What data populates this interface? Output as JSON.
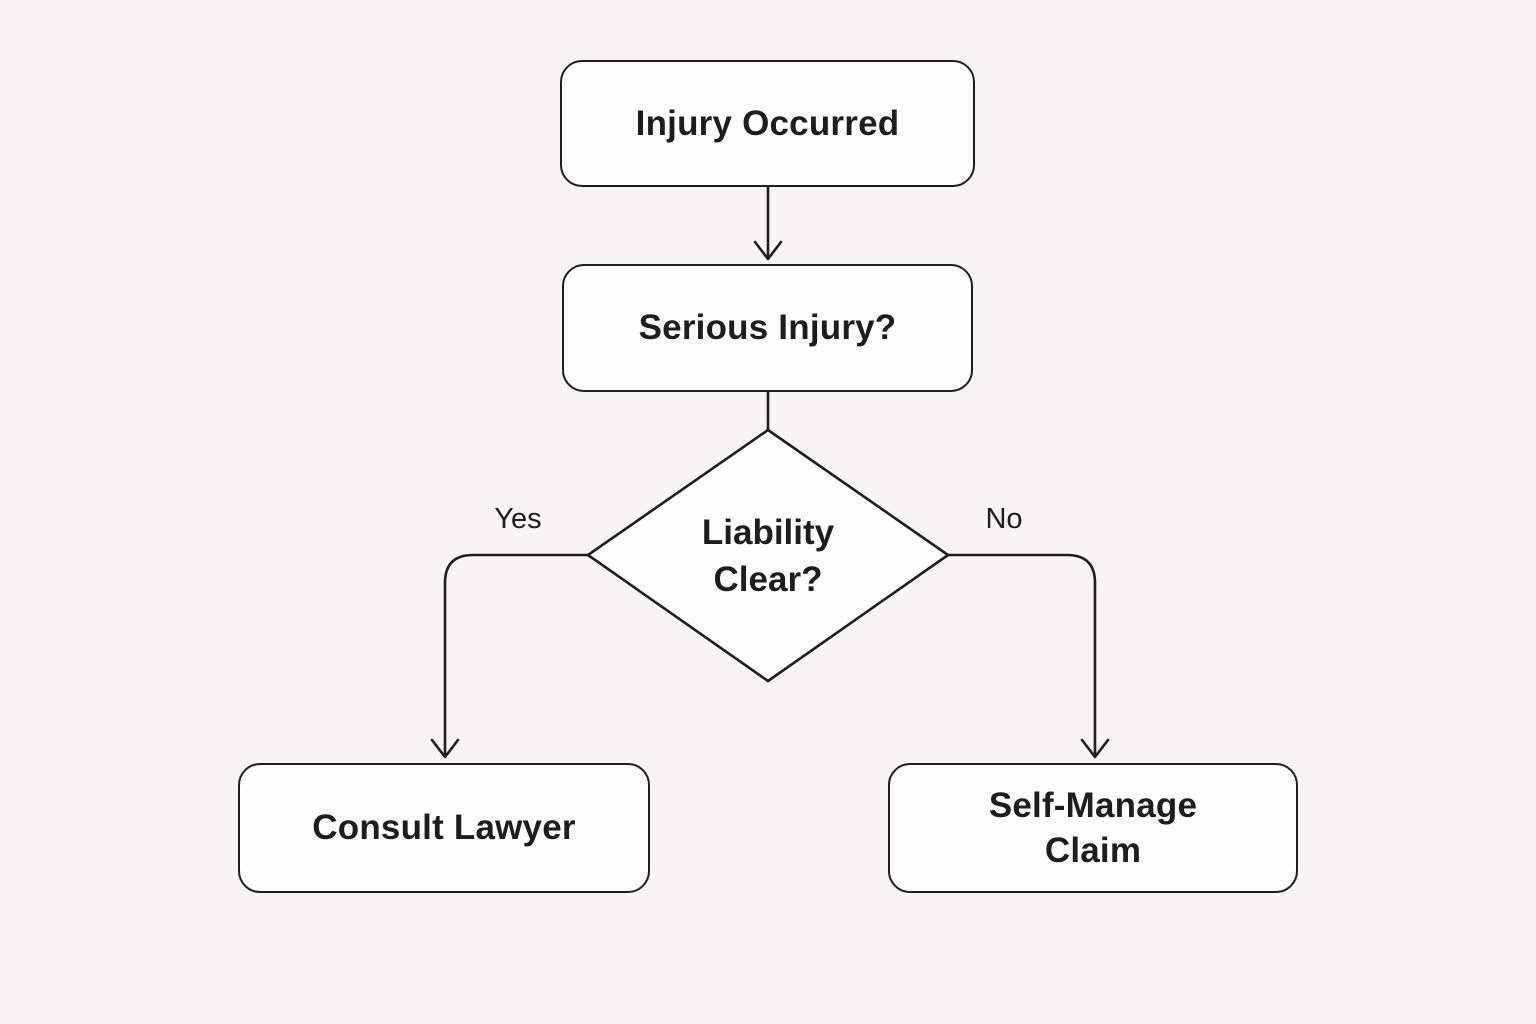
{
  "diagram": {
    "type": "flowchart",
    "colors": {
      "background": "#f6f5f3",
      "node_fill": "#fdfdfc",
      "line": "#1e1e1e",
      "text": "#1d1d1d"
    },
    "nodes": {
      "start": {
        "type": "process",
        "label": "Injury Occurred",
        "lines": [
          "Injury Occurred"
        ]
      },
      "serious": {
        "type": "process",
        "label": "Serious Injury?",
        "lines": [
          "Serious Injury?"
        ]
      },
      "decision": {
        "type": "decision",
        "label": "Liability Clear?",
        "lines": [
          "Liability",
          "Clear?"
        ]
      },
      "consult": {
        "type": "process",
        "label": "Consult Lawyer",
        "lines": [
          "Consult Lawyer"
        ]
      },
      "self_manage": {
        "type": "process",
        "label": "Self-Manage Claim",
        "lines": [
          "Self-Manage",
          "Claim"
        ]
      }
    },
    "edges": [
      {
        "from": "start",
        "to": "serious",
        "label": ""
      },
      {
        "from": "serious",
        "to": "decision",
        "label": ""
      },
      {
        "from": "decision",
        "to": "consult",
        "label": "Yes"
      },
      {
        "from": "decision",
        "to": "self_manage",
        "label": "No"
      }
    ]
  }
}
